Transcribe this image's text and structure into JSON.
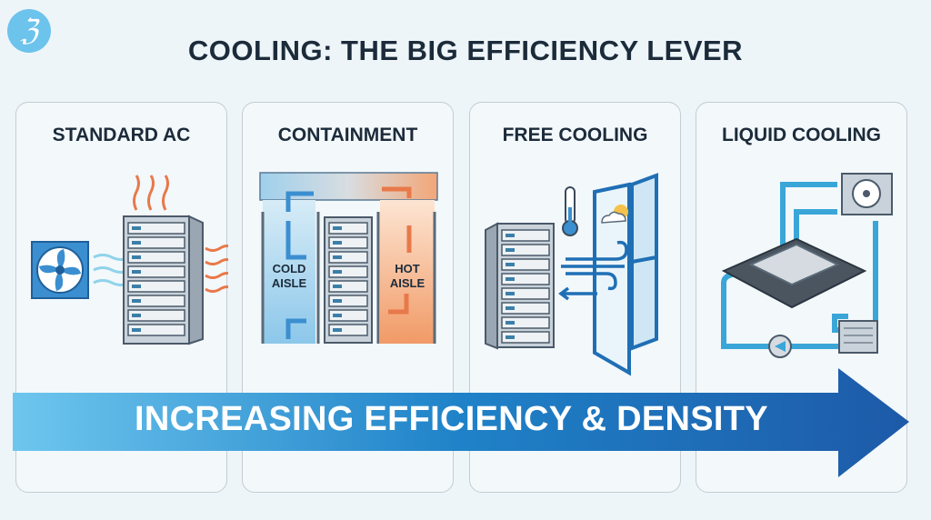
{
  "logo": {
    "glyph": "ℨ",
    "color": "#6cc3ec"
  },
  "title": "COOLING: THE BIG EFFICIENCY LEVER",
  "panels": [
    {
      "label": "STANDARD AC"
    },
    {
      "label": "CONTAINMENT",
      "cold_aisle": [
        "COLD",
        "AISLE"
      ],
      "hot_aisle": [
        "HOT",
        "AISLE"
      ]
    },
    {
      "label": "FREE COOLING"
    },
    {
      "label": "LIQUID COOLING"
    }
  ],
  "arrow": {
    "label": "INCREASING EFFICIENCY & DENSITY",
    "color_start": "#6ec6ee",
    "color_end": "#1d5aa8"
  },
  "colors": {
    "cold": "#3b8fd0",
    "hot": "#e8794a",
    "text": "#1c2b3a"
  }
}
